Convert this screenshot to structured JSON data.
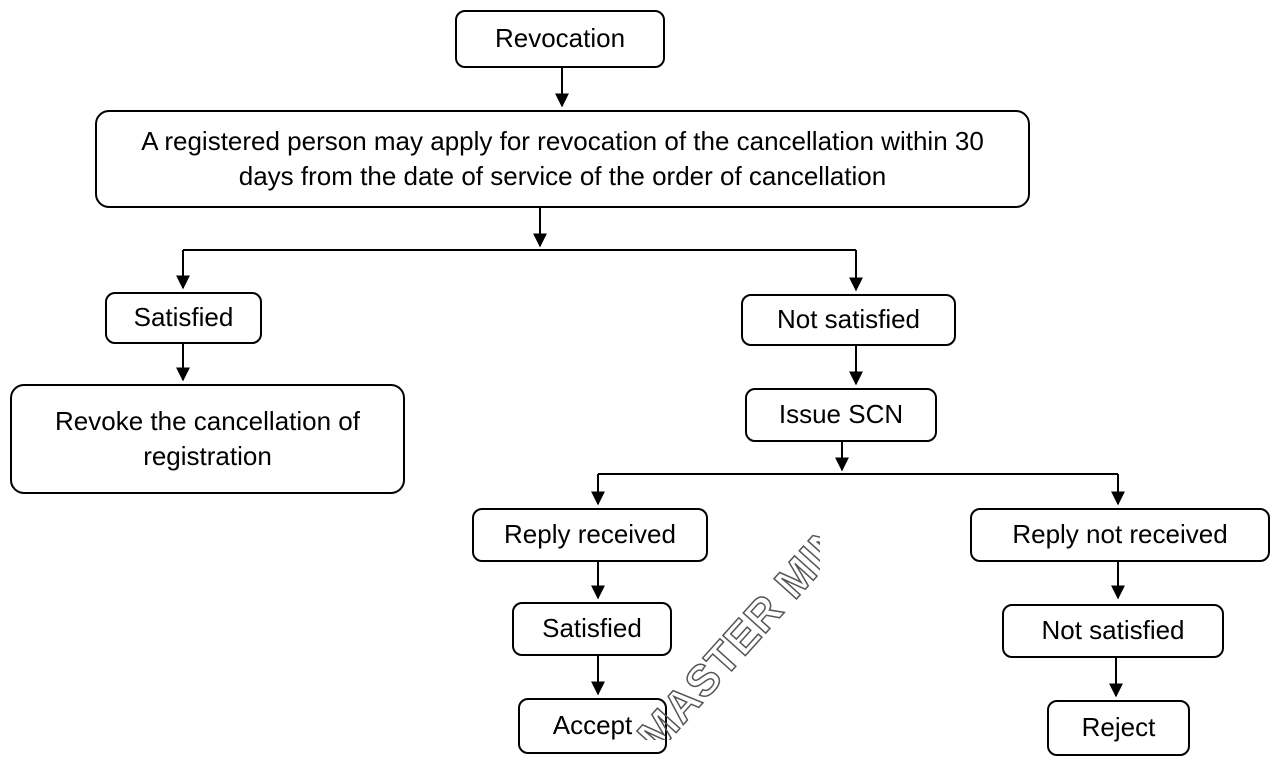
{
  "nodes": {
    "revocation": "Revocation",
    "apply": "A registered person may apply for revocation of the cancellation within 30 days from the date of service of the order of cancellation",
    "satisfied_left": "Satisfied",
    "not_satisfied_right": "Not satisfied",
    "revoke": "Revoke the cancellation of registration",
    "issue_scn": "Issue SCN",
    "reply_received": "Reply received",
    "reply_not_received": "Reply not received",
    "satisfied_bottom": "Satisfied",
    "not_satisfied_bottom": "Not satisfied",
    "accept": "Accept",
    "reject": "Reject"
  },
  "watermark": "MASTER MINDS"
}
